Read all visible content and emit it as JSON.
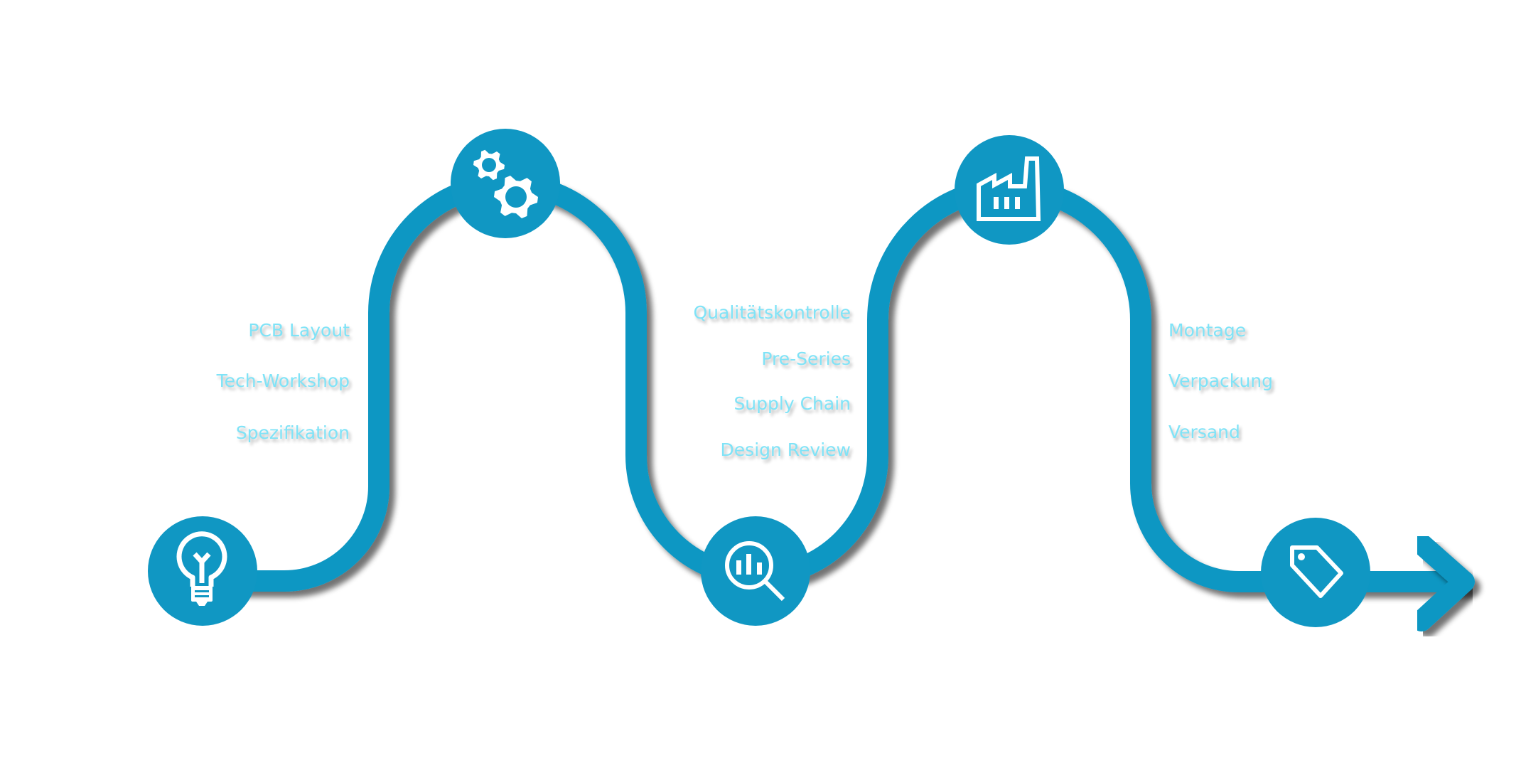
{
  "diagram": {
    "type": "process-roadmap",
    "colors": {
      "path": "#1097c3",
      "node": "#1097c3",
      "icon": "#ffffff",
      "label": "#7fe3f7",
      "background": "#ffffff"
    },
    "nodes": [
      {
        "id": "idea",
        "icon": "lightbulb-icon"
      },
      {
        "id": "engineering",
        "icon": "gears-icon"
      },
      {
        "id": "analysis",
        "icon": "magnifier-chart-icon"
      },
      {
        "id": "production",
        "icon": "factory-icon"
      },
      {
        "id": "sales",
        "icon": "price-tag-icon"
      }
    ],
    "end_marker": "arrow-right-icon",
    "label_groups": [
      {
        "position": "between idea and engineering",
        "items": [
          "PCB Layout",
          "Tech-Workshop",
          "Spezifikation"
        ]
      },
      {
        "position": "between analysis and production",
        "items": [
          "Qualitätskontrolle",
          "Pre-Series",
          "Supply Chain",
          "Design Review"
        ]
      },
      {
        "position": "between production and sales",
        "items": [
          "Montage",
          "Verpackung",
          "Versand"
        ]
      }
    ]
  }
}
